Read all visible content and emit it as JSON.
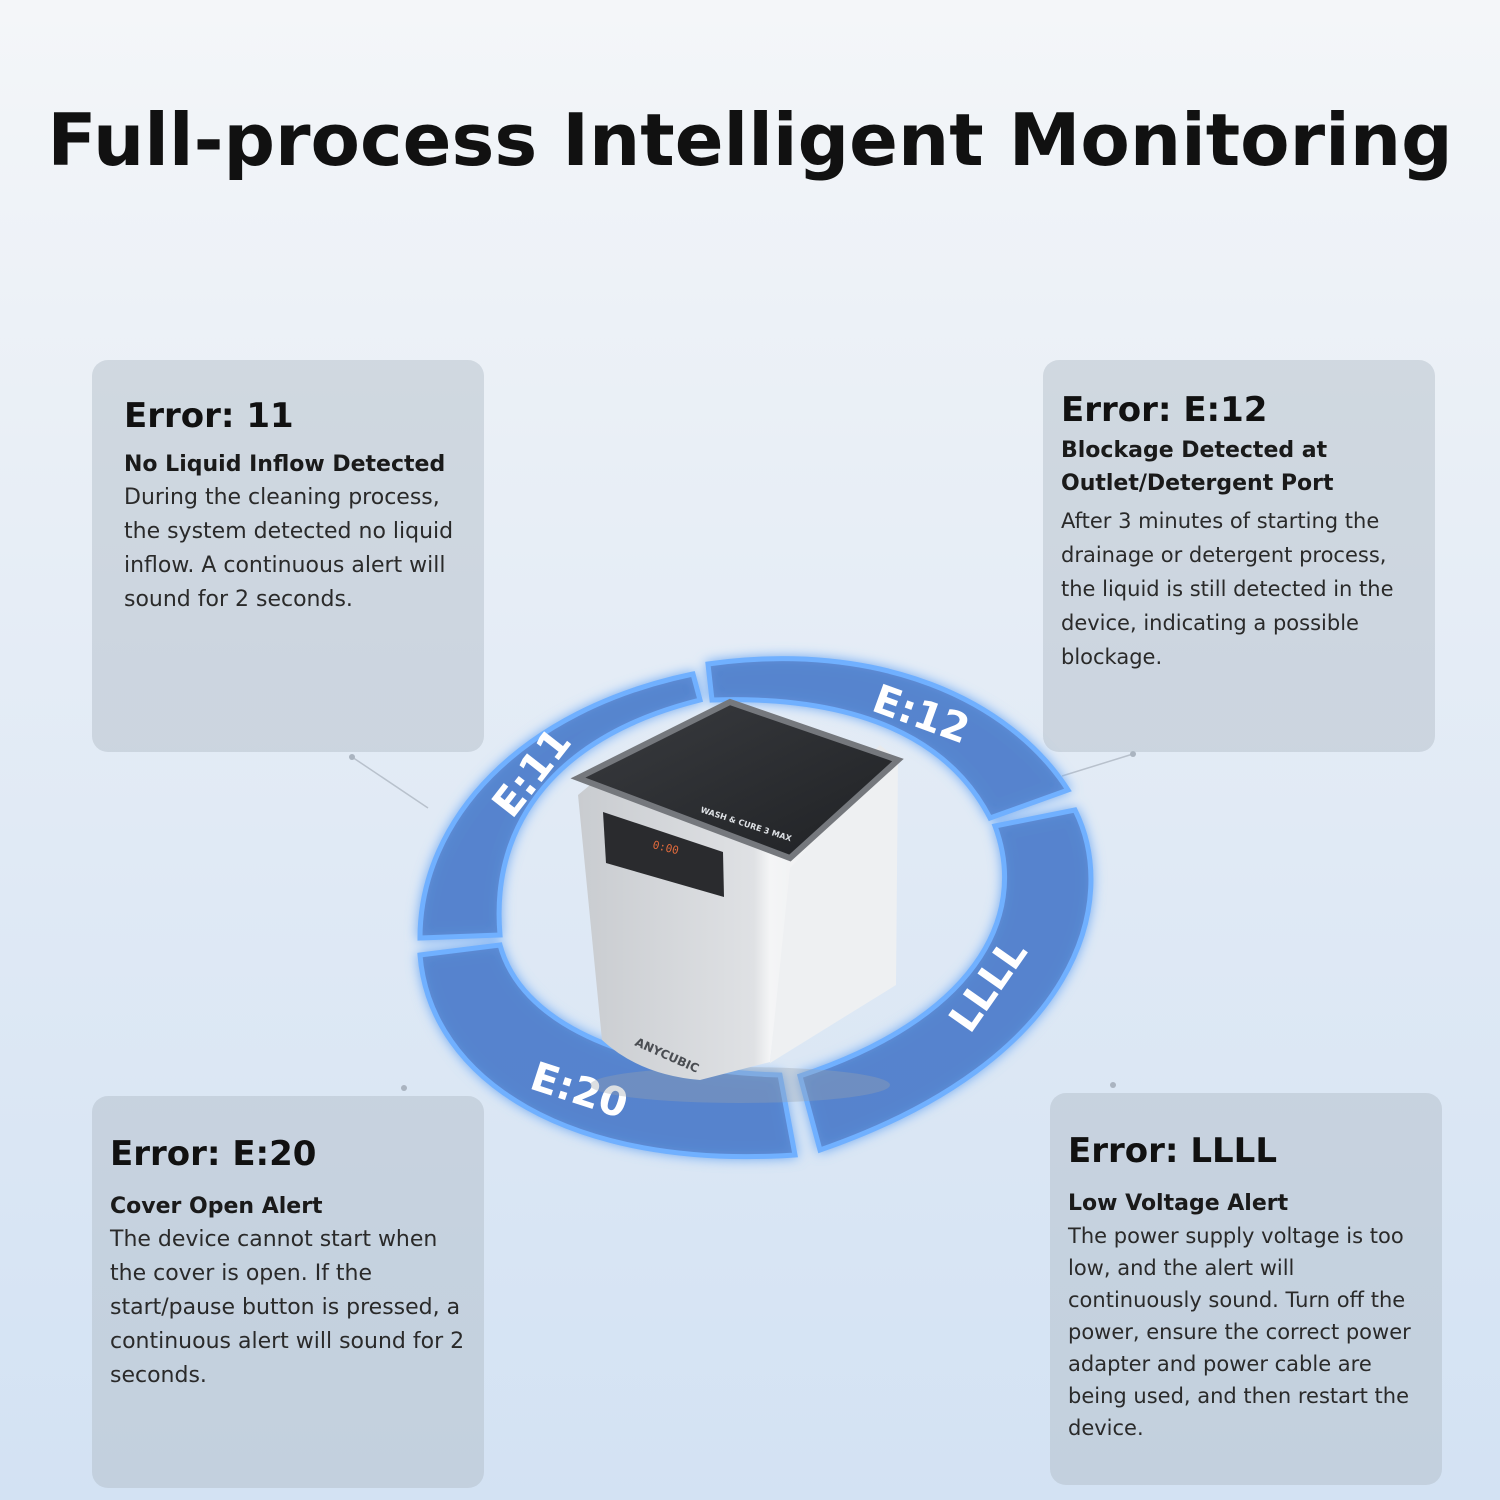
{
  "title": "Full-process Intelligent Monitoring",
  "cards": [
    {
      "error": "Error: 11",
      "subtitle": "No Liquid Inflow Detected",
      "description": "During the cleaning process, the system detected no liquid inflow. A continuous alert will sound for 2 seconds."
    },
    {
      "error": "Error: E:12",
      "subtitle": "Blockage Detected at Outlet/Detergent Port",
      "description": "After 3 minutes of starting the drainage or detergent process, the liquid is still detected in the device, indicating a possible blockage."
    },
    {
      "error": "Error: E:20",
      "subtitle": "Cover Open Alert",
      "description": "The device cannot start when the cover is open. If the start/pause button is pressed, a continuous alert will sound for 2 seconds."
    },
    {
      "error": "Error: LLLL",
      "subtitle": "Low Voltage Alert",
      "description": "The power supply voltage is too low, and the alert will continuously sound. Turn off the power, ensure the correct power adapter and power cable are being used, and then restart the device."
    }
  ],
  "ring_labels": [
    "E:11",
    "E:12",
    "LLLL",
    "E:20"
  ],
  "device": {
    "brand": "ANYCUBIC",
    "model": "WASH & CURE 3 MAX",
    "display": "0:00"
  },
  "colors": {
    "ring": "#4f86d9",
    "ring_glow": "#6aa8ff",
    "card_bg": "#b0bac6"
  }
}
